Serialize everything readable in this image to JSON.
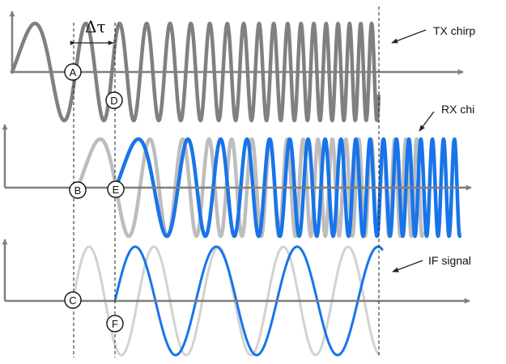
{
  "figure": {
    "delay_label": "Δτ",
    "labels": {
      "tx": "TX chirp",
      "rx": "RX chi",
      "if": "IF signal"
    },
    "markers": [
      "A",
      "B",
      "C",
      "D",
      "E",
      "F"
    ]
  },
  "colors": {
    "axis": "#7f7f7f",
    "tx_wave": "#808080",
    "rx_echo": "#bdbdbd",
    "rx_wave": "#1874ea",
    "if_wave": "#1874ea",
    "if_ghost": "#d2d2d2",
    "guide": "#222222",
    "text": "#111111"
  },
  "icons": {
    "axis_arrow": "arrow-head-icon",
    "pointer": "pointer-arrow-icon",
    "marker": "circle-marker-icon"
  }
}
